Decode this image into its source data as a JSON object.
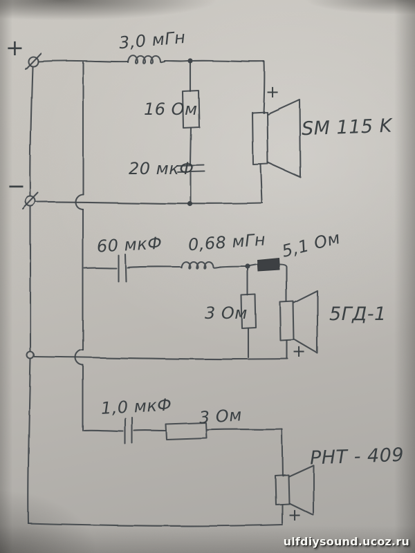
{
  "watermark": "ulfdiysound.ucoz.ru",
  "input": {
    "plus": "+",
    "minus": "−"
  },
  "woofer": {
    "inductor": "3,0 мГн",
    "resistor": "16 Ом",
    "capacitor": "20 мкФ",
    "speaker": "SM 115 K",
    "polarity": "+"
  },
  "midrange": {
    "capacitor": "60 мкФ",
    "inductor": "0,68 мГн",
    "series_resistor": "5,1 Ом",
    "shunt_resistor": "3 Ом",
    "speaker": "5ГД-1",
    "polarity": "+"
  },
  "tweeter": {
    "capacitor": "1,0 мкФ",
    "resistor": "3 Ом",
    "speaker": "РНТ - 409",
    "polarity": "+"
  }
}
